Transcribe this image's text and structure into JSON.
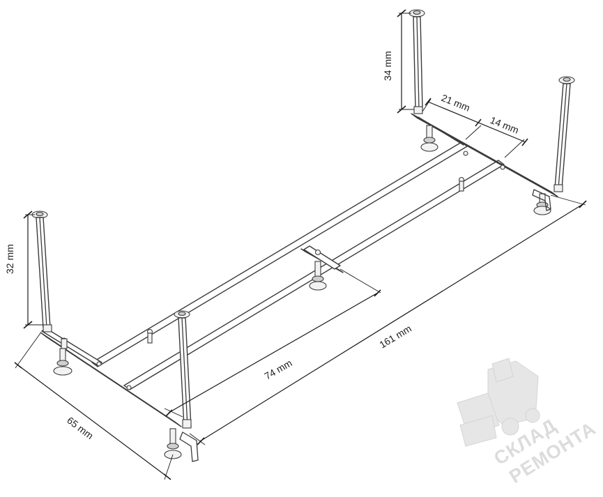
{
  "dimensions": {
    "length": "161 mm",
    "width": "65 mm",
    "crossbar_span": "74 mm",
    "front_leg_height": "32 mm",
    "rear_leg_height": "34 mm",
    "rear_offset_a": "21 mm",
    "rear_offset_b": "14 mm"
  },
  "watermark": {
    "line1": "СКЛАД",
    "line2": "РЕМОНТА"
  },
  "colors": {
    "line": "#3a3a3a",
    "watermark": "#d9d9d9"
  }
}
